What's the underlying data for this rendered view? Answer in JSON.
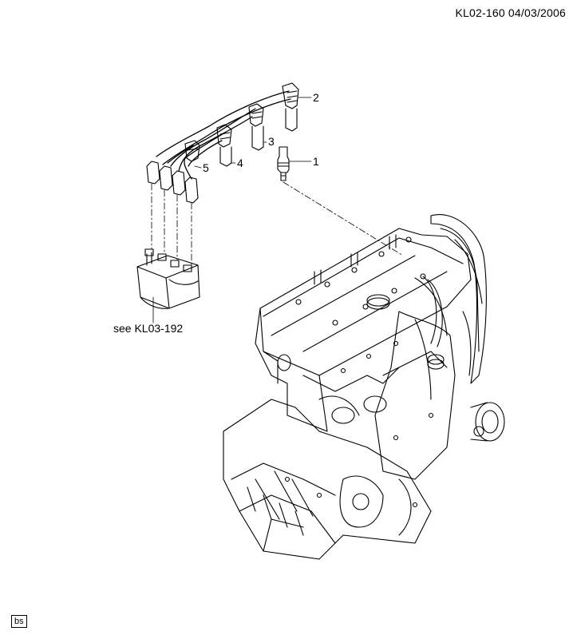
{
  "header": {
    "reference": "KL02-160 04/03/2006"
  },
  "callouts": {
    "c1": "1",
    "c2": "2",
    "c3": "3",
    "c4": "4",
    "c5": "5"
  },
  "cross_reference": "see KL03-192",
  "corner_mark": "bs"
}
